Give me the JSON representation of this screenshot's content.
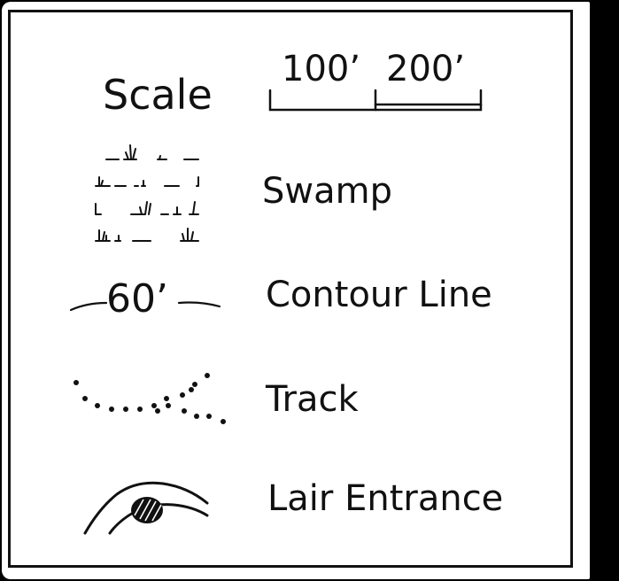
{
  "legend": {
    "title": "Scale",
    "scale_bar": {
      "mark_1": "100’",
      "mark_2": "200’"
    },
    "items": [
      {
        "symbol": "swamp",
        "label": "Swamp"
      },
      {
        "symbol": "contour-line",
        "label": "Contour Line",
        "value": "60’"
      },
      {
        "symbol": "track",
        "label": "Track"
      },
      {
        "symbol": "lair-entrance",
        "label": "Lair Entrance"
      }
    ]
  },
  "colors": {
    "paper": "#ffffff",
    "ink": "#111111",
    "background": "#000000"
  }
}
